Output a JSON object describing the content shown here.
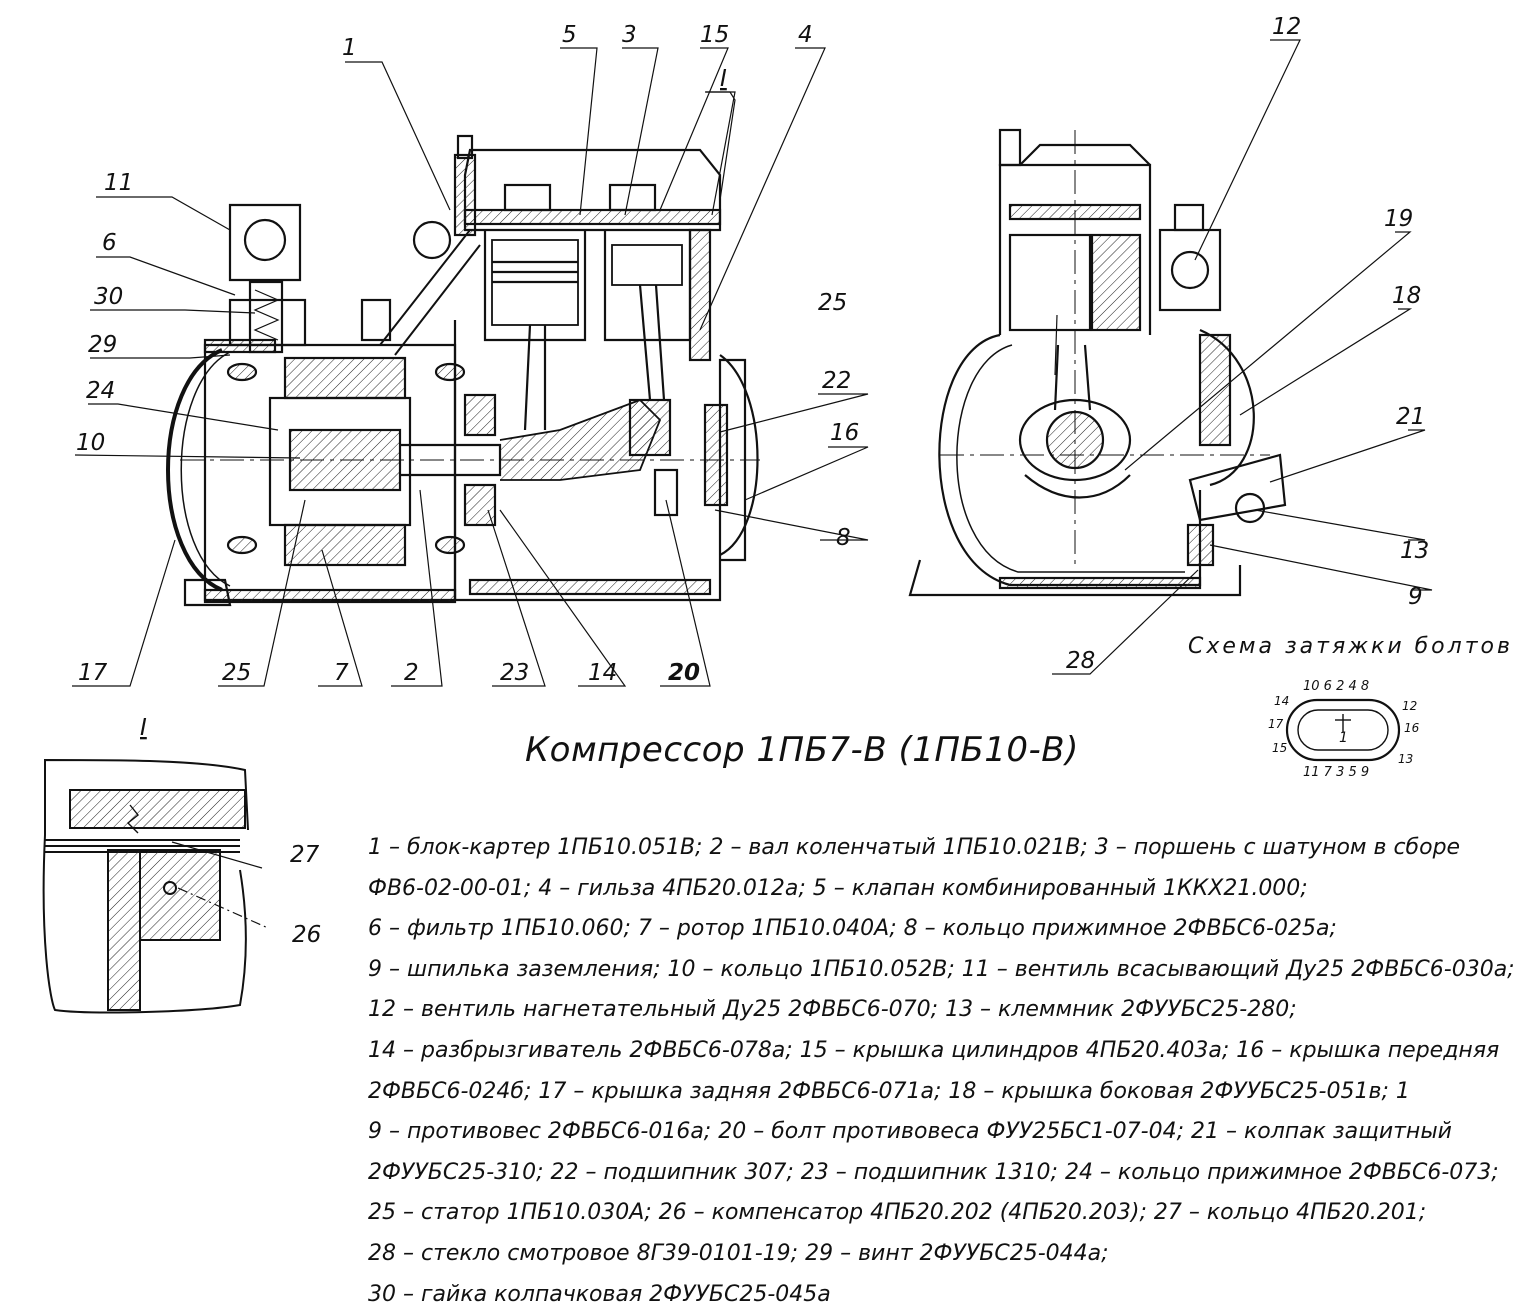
{
  "title": "Компрессор 1ПБ7-В (1ПБ10-В)",
  "bolt_scheme": {
    "title": "Схема затяжки болтов",
    "top_numbers": "10 6 2 4 8",
    "bottom_numbers": "11 7 3 5 9",
    "left_numbers": [
      "14",
      "17",
      "15"
    ],
    "right_numbers": [
      "12",
      "16",
      "13"
    ],
    "center_number": "1"
  },
  "detail": {
    "label": "I",
    "callouts": [
      "27",
      "26"
    ]
  },
  "section_mark": "I",
  "callouts": [
    "1",
    "5",
    "3",
    "15",
    "4",
    "11",
    "6",
    "30",
    "29",
    "24",
    "10",
    "25",
    "22",
    "16",
    "8",
    "17",
    "25",
    "7",
    "2",
    "23",
    "14",
    "20",
    "12",
    "19",
    "18",
    "21",
    "13",
    "9",
    "28"
  ],
  "legend": [
    "1 – блок-картер 1ПБ10.051В; 2 – вал коленчатый 1ПБ10.021В; 3 – поршень с шатуном в сборе",
    "ФВ6-02-00-01; 4 – гильза 4ПБ20.012а; 5 – клапан комбинированный 1ККХ21.000;",
    "6 – фильтр 1ПБ10.060; 7 – ротор 1ПБ10.040А; 8 – кольцо прижимное 2ФВБС6-025а;",
    "9 – шпилька заземления; 10 – кольцо 1ПБ10.052В; 11 – вентиль всасывающий Ду25 2ФВБС6-030а;",
    "12 – вентиль нагнетательный Ду25 2ФВБС6-070; 13 – клеммник 2ФУУБС25-280;",
    "14 – разбрызгиватель 2ФВБС6-078а; 15 – крышка цилиндров 4ПБ20.403а; 16 – крышка передняя",
    "2ФВБС6-024б; 17 – крышка задняя 2ФВБС6-071а; 18 – крышка боковая 2ФУУБС25-051в; 1",
    "9 – противовес 2ФВБС6-016а; 20 – болт противовеса ФУУ25БС1-07-04; 21 – колпак защитный",
    "2ФУУБС25-310; 22 – подшипник 307; 23 – подшипник 1310; 24 – кольцо прижимное 2ФВБС6-073;",
    "25 – статор 1ПБ10.030А; 26 – компенсатор 4ПБ20.202 (4ПБ20.203); 27 – кольцо 4ПБ20.201;",
    "28 – стекло смотровое 8Г39-0101-19; 29 – винт 2ФУУБС25-044а;",
    "30 – гайка колпачковая 2ФУУБС25-045а"
  ]
}
